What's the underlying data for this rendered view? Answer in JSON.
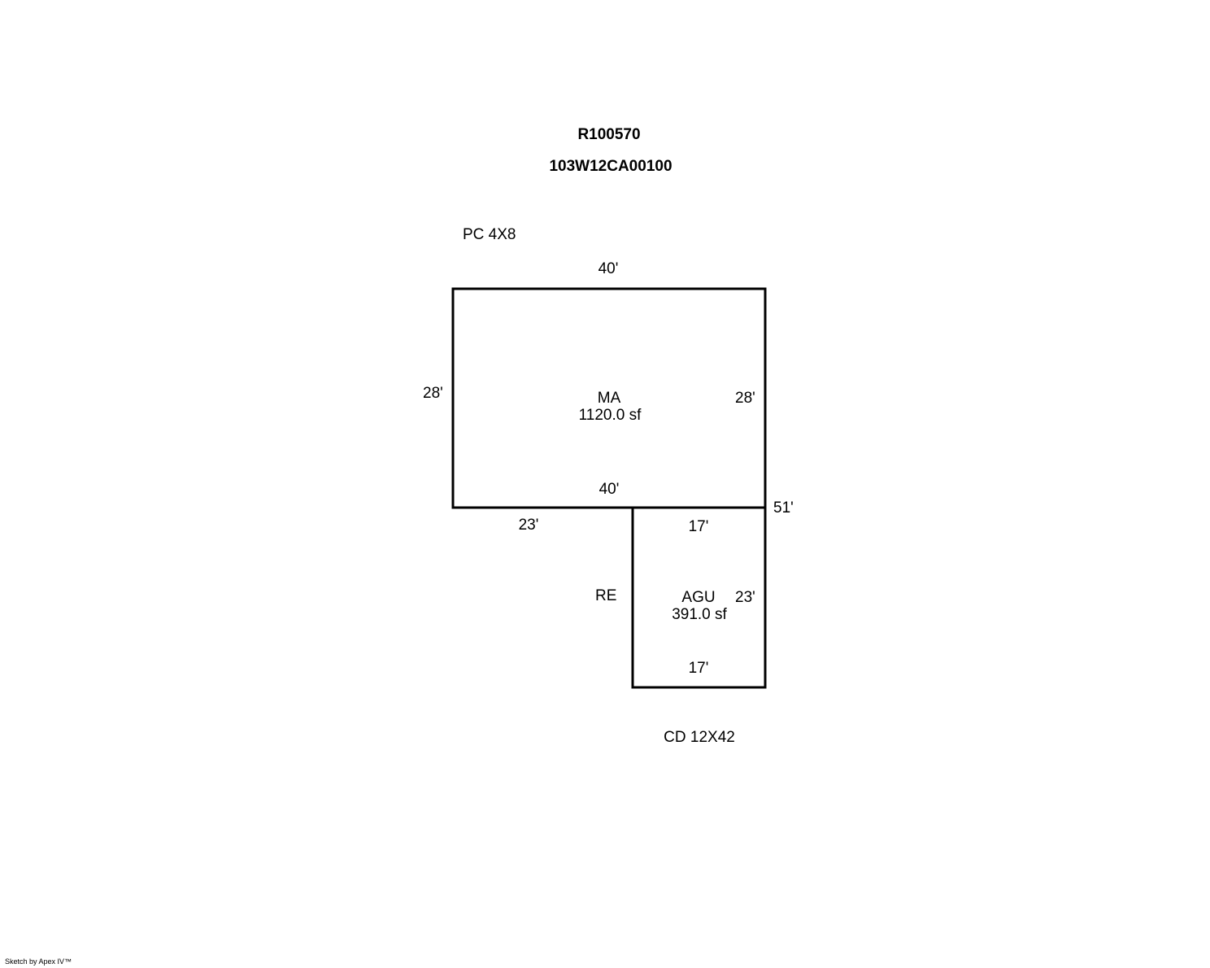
{
  "header": {
    "account_id": "R100570",
    "map_tax_lot": "103W12CA00100"
  },
  "notes": {
    "top_left": "PC 4X8",
    "bottom": "CD 12X42",
    "re_label": "RE"
  },
  "areas": {
    "main": {
      "code": "MA",
      "size": "1120.0 sf"
    },
    "garage": {
      "code": "AGU",
      "size": "391.0 sf"
    }
  },
  "dimensions": {
    "main_top": "40'",
    "main_left": "28'",
    "main_right": "28'",
    "main_bottom": "40'",
    "lower_left_run": "23'",
    "overall_right": "51'",
    "garage_top": "17'",
    "garage_right": "23'",
    "garage_bottom": "17'"
  },
  "footer": "Sketch by Apex IV™",
  "colors": {
    "line": "#000000",
    "background": "#ffffff"
  }
}
